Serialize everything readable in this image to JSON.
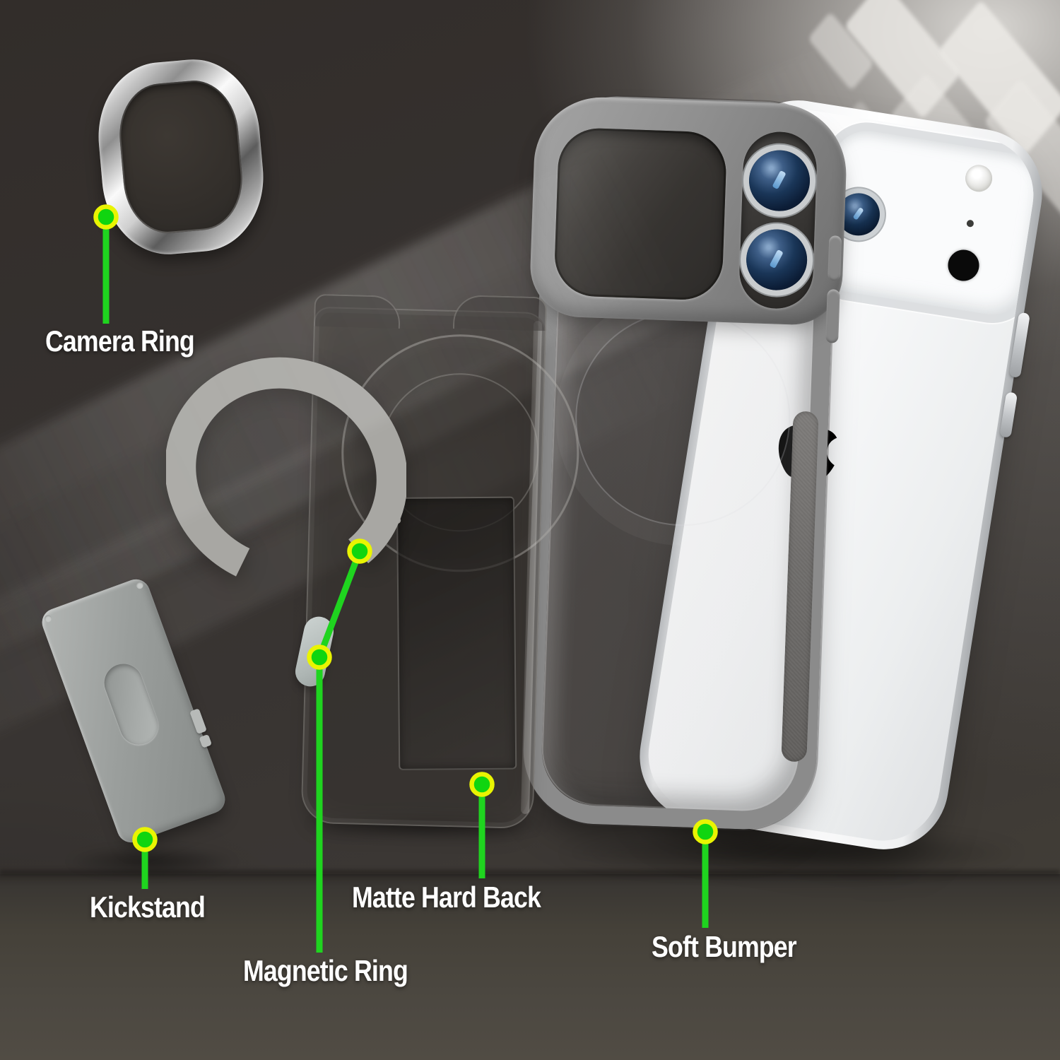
{
  "scene": {
    "name": "Phone case exploded-parts product diagram"
  },
  "labels": {
    "camera_ring": "Camera Ring",
    "kickstand": "Kickstand",
    "magnetic_ring": "Magnetic Ring",
    "matte_hard_back": "Matte Hard Back",
    "soft_bumper": "Soft Bumper"
  },
  "phone": {
    "logo": "apple"
  },
  "colors": {
    "background_dark": "#332e2b",
    "floor": "#4a4641",
    "callout_line": "#1fd41f",
    "callout_dot": "#10d510",
    "callout_dot_ring": "#e9f402",
    "label_text": "#ffffff",
    "case_gray": "#8b8b8b",
    "phone_white": "#f5f6f7",
    "chrome_silver": "#e8e8e8",
    "lens_blue": "#1a3658",
    "magnetic_ring_gray": "#a8a7a3"
  }
}
